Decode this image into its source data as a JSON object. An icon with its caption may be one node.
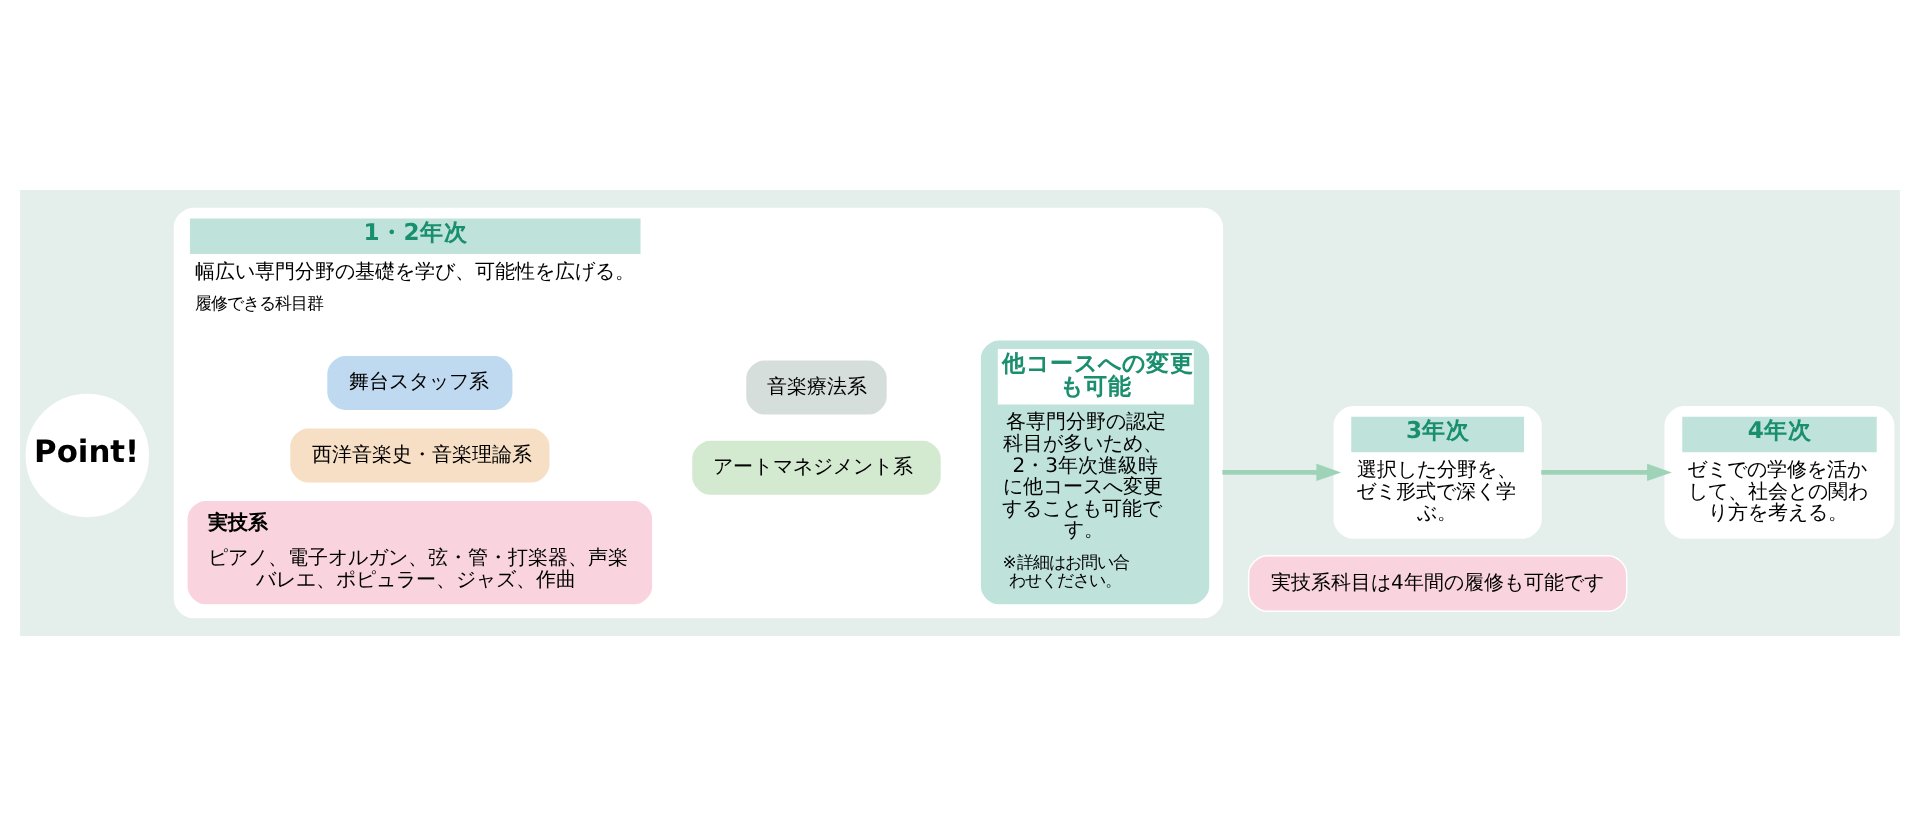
{
  "diagram": {
    "nodes": [
      {
        "text": [
          "Point!"
        ]
      },
      {
        "text": [
          "1・2年次",
          "幅広い専門分野の基礎を学び、可能性を広げる。",
          "履修できる科目群"
        ]
      },
      {
        "text": [
          "実技系",
          "ピアノ、電子オルガン、弦・管・打楽器、声楽バレエ、ポピュラー、ジャズ、作曲"
        ],
        "in": 1
      },
      {
        "text": [
          "西洋音楽史・音楽理論系"
        ],
        "in": 1
      },
      {
        "text": [
          "アートマネジメント系"
        ],
        "in": 1
      },
      {
        "text": [
          "舞台スタッフ系"
        ],
        "in": 1
      },
      {
        "text": [
          "音楽療法系"
        ],
        "in": 1
      },
      {
        "text": [
          "他コースへの変更も可能",
          "各専門分野の認定科目が多いため、2・3年次進級時に他コースへ変更することも可能です。",
          "※詳細はお問い合わせください。"
        ],
        "in": 1
      },
      {
        "text": [
          "3年次",
          "選択した分野を、ゼミ形式で深く学ぶ。"
        ]
      },
      {
        "text": [
          "4年次",
          "ゼミでの学修を活かして、社会との関わり方を考える。"
        ]
      },
      {
        "text": [
          "実技系科目は4年間の履修も可能です"
        ]
      }
    ],
    "edges": [
      {
        "from": 1,
        "to": 8,
        "arrow": "to"
      },
      {
        "from": 8,
        "to": 9,
        "arrow": "to"
      }
    ]
  }
}
